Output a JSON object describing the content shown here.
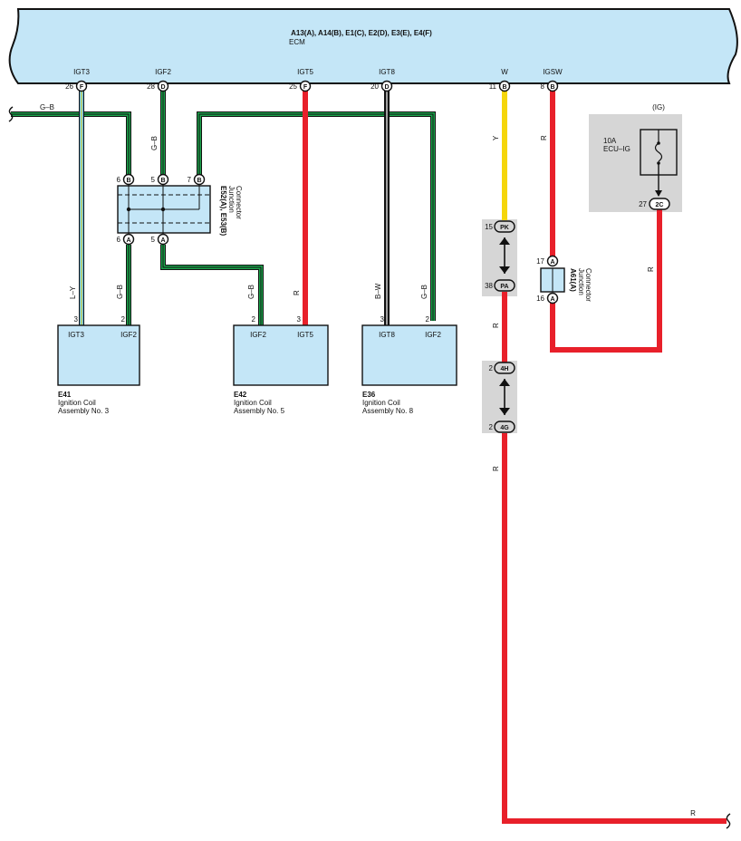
{
  "ecm": {
    "codes": "A13(A), A14(B), E1(C), E2(D), E3(E), E4(F)",
    "label": "ECM",
    "pins": [
      {
        "name": "IGT3",
        "num": "26",
        "conn": "F"
      },
      {
        "name": "IGF2",
        "num": "28",
        "conn": "D"
      },
      {
        "name": "IGT5",
        "num": "25",
        "conn": "F"
      },
      {
        "name": "IGT8",
        "num": "20",
        "conn": "D"
      },
      {
        "name": "W",
        "num": "11",
        "conn": "B"
      },
      {
        "name": "IGSW",
        "num": "8",
        "conn": "B"
      }
    ]
  },
  "wire_labels": {
    "g_b": "G–B",
    "l_y": "L–Y",
    "r": "R",
    "b_w": "B–W",
    "y": "Y"
  },
  "junction_e52": {
    "codes": "E52(A), E53(B)",
    "line1": "Junction",
    "line2": "Connector",
    "top_pins": [
      {
        "num": "6",
        "conn": "B"
      },
      {
        "num": "5",
        "conn": "B"
      },
      {
        "num": "7",
        "conn": "B"
      }
    ],
    "bottom_pins": [
      {
        "num": "6",
        "conn": "A"
      },
      {
        "num": "5",
        "conn": "A"
      }
    ]
  },
  "coil_e41": {
    "code": "E41",
    "line1": "Ignition Coil",
    "line2": "Assembly No. 3",
    "terminals": [
      {
        "name": "IGT3",
        "num": "3"
      },
      {
        "name": "IGF2",
        "num": "2"
      }
    ]
  },
  "coil_e42": {
    "code": "E42",
    "line1": "Ignition Coil",
    "line2": "Assembly No. 5",
    "terminals": [
      {
        "name": "IGF2",
        "num": "2"
      },
      {
        "name": "IGT5",
        "num": "3"
      }
    ]
  },
  "coil_e36": {
    "code": "E36",
    "line1": "Ignition Coil",
    "line2": "Assembly No. 8",
    "terminals": [
      {
        "name": "IGT8",
        "num": "3"
      },
      {
        "name": "IGF2",
        "num": "2"
      }
    ]
  },
  "connectors": {
    "pk": {
      "num": "15",
      "conn": "PK"
    },
    "pa": {
      "num": "38",
      "conn": "PA"
    },
    "c4h": {
      "num": "2",
      "conn": "4H"
    },
    "c4g": {
      "num": "2",
      "conn": "4G"
    },
    "c2c": {
      "num": "27",
      "conn": "2C"
    }
  },
  "junction_a61": {
    "code": "A61(A)",
    "line1": "Junction",
    "line2": "Connector",
    "top_pin": {
      "num": "17",
      "conn": "A"
    },
    "bottom_pin": {
      "num": "16",
      "conn": "A"
    }
  },
  "fuse": {
    "header": "(IG)",
    "rating": "10A",
    "name": "ECU–IG"
  },
  "colors": {
    "ecm_fill": "#c4e6f7",
    "green": "#1aa34a",
    "red": "#e8202a",
    "yellow": "#f5d60a",
    "black": "#111111",
    "light_blue": "#6ec6ee",
    "gray_box": "#d6d6d6"
  }
}
